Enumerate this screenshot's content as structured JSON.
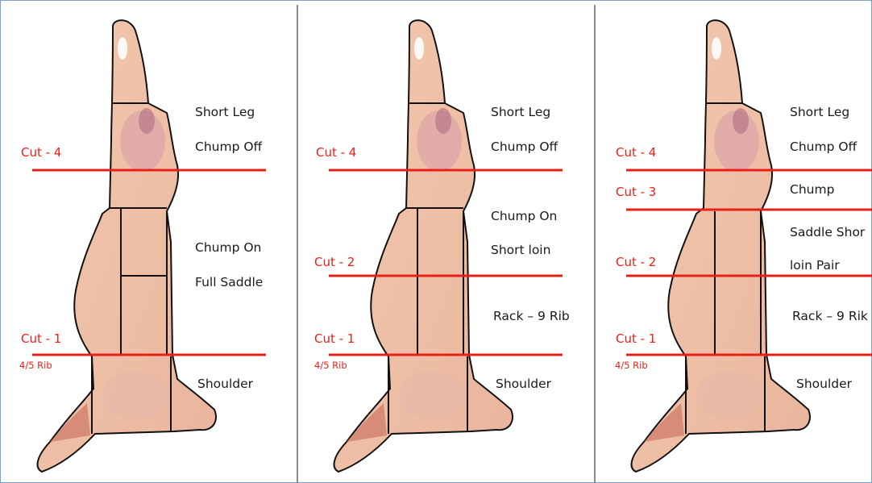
{
  "panels": [
    {
      "labels": [
        "Short Leg",
        "Chump Off",
        "Chump On",
        "Full Saddle",
        "Shoulder"
      ],
      "cuts": [
        "Cut - 4",
        "Cut - 1"
      ],
      "rib": "4/5 Rib"
    },
    {
      "labels": [
        "Short Leg",
        "Chump Off",
        "Chump On",
        "Short loin",
        "Rack – 9 Rib",
        "Shoulder"
      ],
      "cuts": [
        "Cut - 4",
        "Cut - 2",
        "Cut - 1"
      ],
      "rib": "4/5 Rib"
    },
    {
      "labels": [
        "Short Leg",
        "Chump Off",
        "Chump",
        "Saddle Shor",
        "loin Pair",
        "Rack – 9 Rik",
        "Shoulder"
      ],
      "cuts": [
        "Cut - 4",
        "Cut - 3",
        "Cut - 2",
        "Cut - 1"
      ],
      "rib": "4/5 Rib"
    }
  ],
  "colors": {
    "cut_line": "#e8201a",
    "label_text": "#1a1a1a",
    "divider": "#8a8a8a",
    "frame": "#7aa0c8"
  }
}
